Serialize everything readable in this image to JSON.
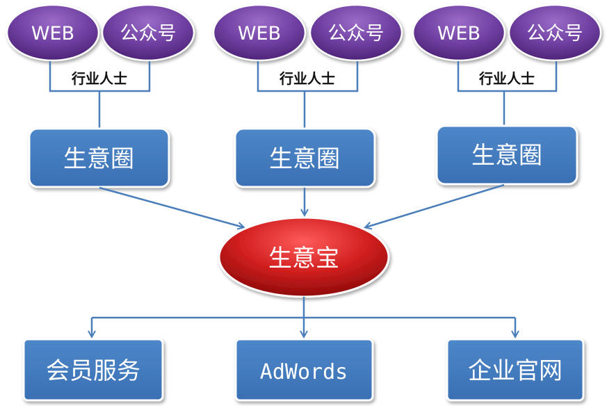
{
  "groups": [
    {
      "web": "WEB",
      "wechat": "公众号",
      "label": "行业人士",
      "box": "生意圈"
    },
    {
      "web": "WEB",
      "wechat": "公众号",
      "label": "行业人士",
      "box": "生意圈"
    },
    {
      "web": "WEB",
      "wechat": "公众号",
      "label": "行业人士",
      "box": "生意圈"
    }
  ],
  "hub": "生意宝",
  "outputs": [
    "会员服务",
    "AdWords",
    "企业官网"
  ],
  "colors": {
    "purple_oval": "#6a3d9a",
    "blue_box": "#3f79bd",
    "hub_red": "#c51f1f",
    "connector": "#4a7ebb"
  }
}
